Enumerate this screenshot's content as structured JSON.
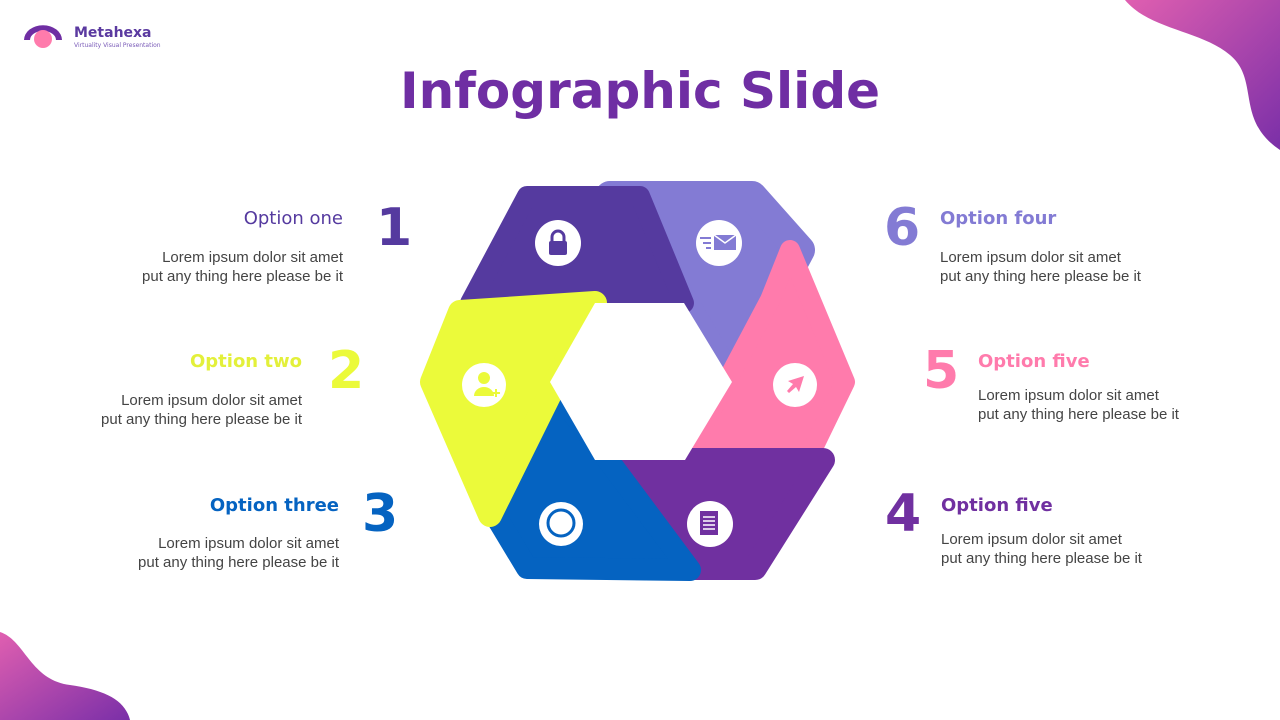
{
  "brand": {
    "name": "Metahexa",
    "tagline": "Virtuality Visual Presentation"
  },
  "title": "Infographic Slide",
  "colors": {
    "purple": "#553a9f",
    "lavender": "#837bd4",
    "pink": "#ff7bac",
    "violet": "#7030a0",
    "blue": "#0563c1",
    "yellow": "#ebfa3a"
  },
  "options": [
    {
      "number": "1",
      "label": "Option one",
      "line1": "Lorem ipsum dolor sit amet",
      "line2": "put any thing here please be it",
      "icon": "lock-icon"
    },
    {
      "number": "2",
      "label": "Option two",
      "line1": "Lorem ipsum dolor sit amet",
      "line2": "put any thing here please be it",
      "icon": "add-user-icon"
    },
    {
      "number": "3",
      "label": "Option three",
      "line1": "Lorem ipsum dolor sit amet",
      "line2": "put any thing here please be it",
      "icon": "chat-icon"
    },
    {
      "number": "4",
      "label": "Option five",
      "line1": "Lorem ipsum dolor sit amet",
      "line2": "put any thing here please be it",
      "icon": "document-icon"
    },
    {
      "number": "5",
      "label": "Option five",
      "line1": "Lorem ipsum dolor sit amet",
      "line2": "put any thing here please be it",
      "icon": "cursor-icon"
    },
    {
      "number": "6",
      "label": "Option four",
      "line1": "Lorem ipsum dolor sit amet",
      "line2": "put any thing here please be it",
      "icon": "email-icon"
    }
  ]
}
